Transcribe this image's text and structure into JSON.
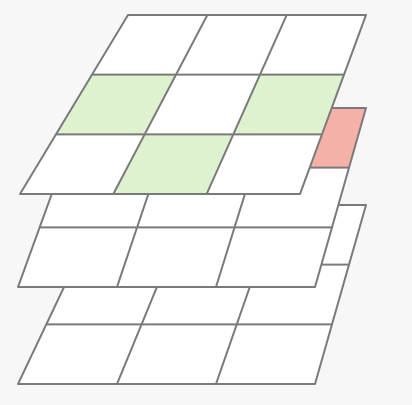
{
  "diagram": {
    "layers": [
      {
        "id": "bottom",
        "rows": 3,
        "cols": 3,
        "highlighted_cells": [
          {
            "row": 0,
            "col": 1,
            "color": "#b9cdf2"
          }
        ]
      },
      {
        "id": "middle",
        "rows": 3,
        "cols": 3,
        "highlighted_cells": [
          {
            "row": 0,
            "col": 0,
            "color": "#f5b1a8"
          },
          {
            "row": 0,
            "col": 2,
            "color": "#f5b1a8"
          }
        ]
      },
      {
        "id": "top",
        "rows": 3,
        "cols": 3,
        "highlighted_cells": [
          {
            "row": 1,
            "col": 0,
            "color": "#def2cf"
          },
          {
            "row": 1,
            "col": 2,
            "color": "#def2cf"
          },
          {
            "row": 2,
            "col": 1,
            "color": "#def2cf"
          }
        ]
      }
    ]
  },
  "colors": {
    "background": "#f7f7f7",
    "grid_line": "#7a7a7a",
    "cell_fill": "#ffffff"
  }
}
